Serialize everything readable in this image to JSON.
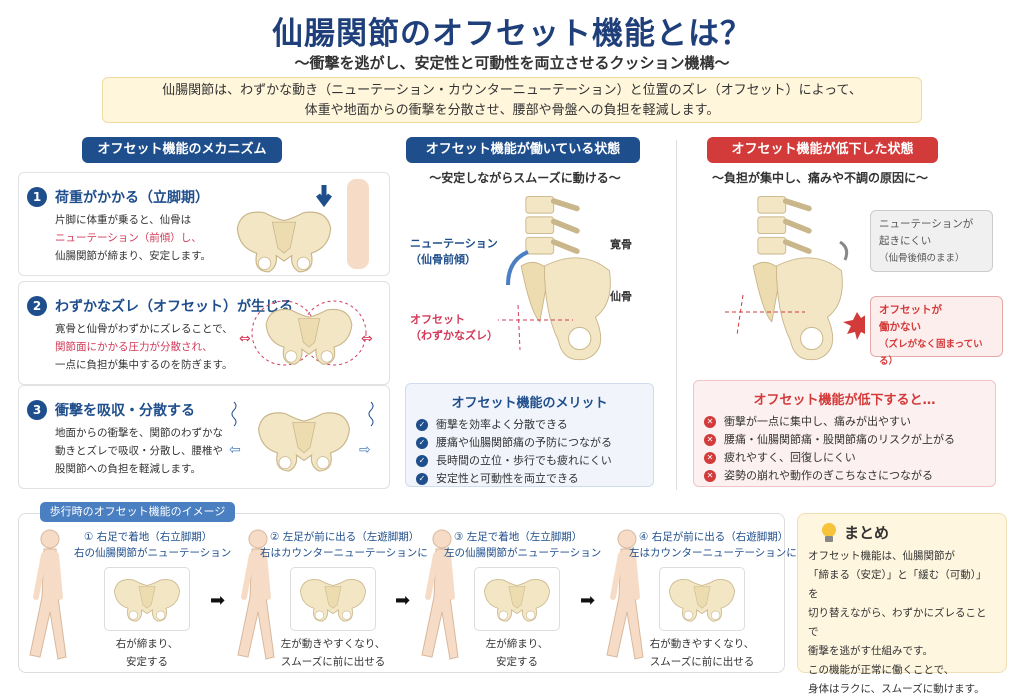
{
  "header": {
    "title": "仙腸関節のオフセット機能とは？",
    "subtitle": "〜衝撃を逃がし、安定性と可動性を両立させるクッション機構〜",
    "intro": [
      "仙腸関節は、わずかな動き（ニューテーション・カウンターニューテーション）と位置のズレ（オフセット）によって、",
      "体重や地面からの衝撃を分散させ、腰部や骨盤への負担を軽減します。"
    ]
  },
  "mechanism": {
    "title": "オフセット機能のメカニズム",
    "cards": [
      {
        "num": "1",
        "heading": "荷重がかかる（立脚期）",
        "lines": [
          "片脚に体重が乗ると、仙骨は",
          "ニューテーション（前傾）し、",
          "仙腸関節が締まり、安定します。"
        ]
      },
      {
        "num": "2",
        "heading": "わずかなズレ（オフセット）が生じる",
        "lines": [
          "寛骨と仙骨がわずかにズレることで、",
          "関節面にかかる圧力が分散され、",
          "一点に負担が集中するのを防ぎます。"
        ]
      },
      {
        "num": "3",
        "heading": "衝撃を吸収・分散する",
        "lines": [
          "地面からの衝撃を、関節のわずかな",
          "動きとズレで吸収・分散し、腰椎や",
          "股関節への負担を軽減します。"
        ]
      }
    ]
  },
  "working": {
    "title": "オフセット機能が働いている状態",
    "subtitle": "〜安定しながらスムーズに動ける〜",
    "labels": {
      "nutation": "ニューテーション",
      "nutation_sub": "（仙骨前傾）",
      "offset": "オフセット",
      "offset_sub": "（わずかなズレ）",
      "bone1": "寛骨",
      "bone2": "仙骨"
    },
    "merits_title": "オフセット機能のメリット",
    "merits": [
      "衝撃を効率よく分散できる",
      "腰痛や仙腸関節痛の予防につながる",
      "長時間の立位・歩行でも疲れにくい",
      "安定性と可動性を両立できる"
    ]
  },
  "reduced": {
    "title": "オフセット機能が低下した状態",
    "subtitle": "〜負担が集中し、痛みや不調の原因に〜",
    "callout_gray": [
      "ニューテーションが",
      "起きにくい",
      "（仙骨後傾のまま）"
    ],
    "callout_red": [
      "オフセットが",
      "働かない",
      "（ズレがなく固まっている）"
    ],
    "risks_title": "オフセット機能が低下すると…",
    "risks": [
      "衝撃が一点に集中し、痛みが出やすい",
      "腰痛・仙腸関節痛・股関節痛のリスクが上がる",
      "疲れやすく、回復しにくい",
      "姿勢の崩れや動作のぎこちなさにつながる"
    ]
  },
  "walking": {
    "title": "歩行時のオフセット機能のイメージ",
    "steps": [
      {
        "t1": "① 右足で着地（右立脚期）",
        "t2": "右の仙腸関節がニューテーション",
        "cap": [
          "右が締まり、",
          "安定する"
        ]
      },
      {
        "t1": "② 左足が前に出る（左遊脚期）",
        "t2": "右はカウンターニューテーションに",
        "cap": [
          "左が動きやすくなり、",
          "スムーズに前に出せる"
        ]
      },
      {
        "t1": "③ 左足で着地（左立脚期）",
        "t2": "左の仙腸関節がニューテーション",
        "cap": [
          "左が締まり、",
          "安定する"
        ]
      },
      {
        "t1": "④ 右足が前に出る（右遊脚期）",
        "t2": "左はカウンターニューテーションに",
        "cap": [
          "右が動きやすくなり、",
          "スムーズに前に出せる"
        ]
      }
    ]
  },
  "summary": {
    "title": "まとめ",
    "lines": [
      "オフセット機能は、仙腸関節が",
      "「締まる（安定）」と「緩む（可動）」を",
      "切り替えながら、わずかにズレることで",
      "衝撃を逃がす仕組みです。",
      "この機能が正常に働くことで、",
      "身体はラクに、スムーズに動けます。"
    ]
  },
  "colors": {
    "navy": "#1f4e8c",
    "red": "#d33a3a",
    "bone": "#f3e6c4",
    "pink": "#d33a5a"
  }
}
